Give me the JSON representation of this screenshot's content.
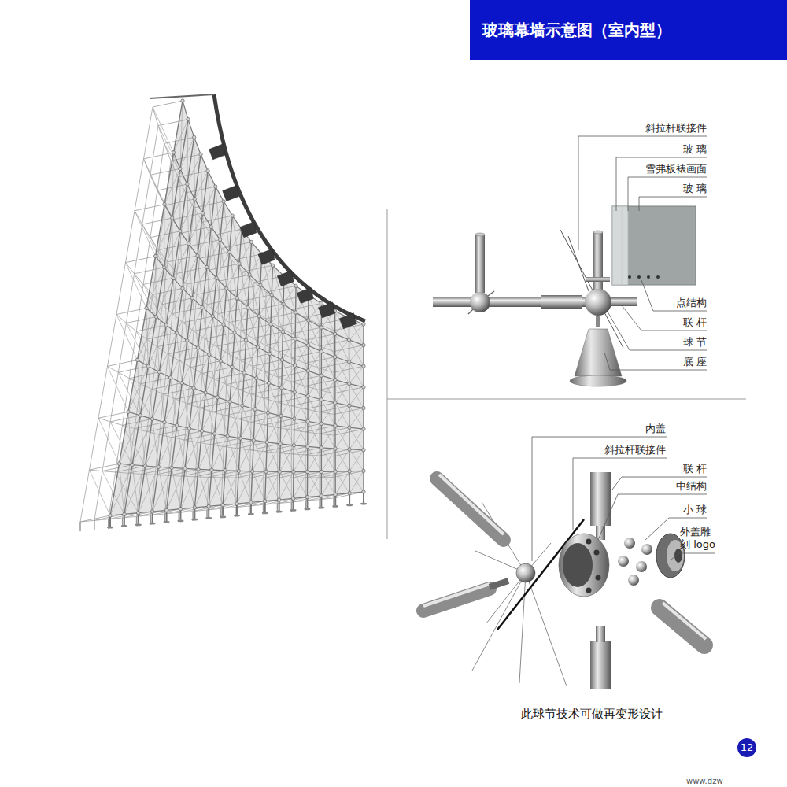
{
  "diagram": {
    "title": "玻璃幕墙示意图（室内型）",
    "caption": "此球节技术可做再变形设计",
    "nodes": [
      {
        "text": [
          "12"
        ]
      }
    ],
    "edges": [],
    "labels": [
      "斜拉杆联接件",
      "玻 璃",
      "雪弗板裱画面",
      "玻 璃",
      "点结构",
      "联 杆",
      "球 节",
      "底 座",
      "内盖",
      "斜拉杆联接件",
      "联 杆",
      "中结构",
      "小 球",
      "外盖雕 刻 logo",
      "www.dzw"
    ]
  }
}
